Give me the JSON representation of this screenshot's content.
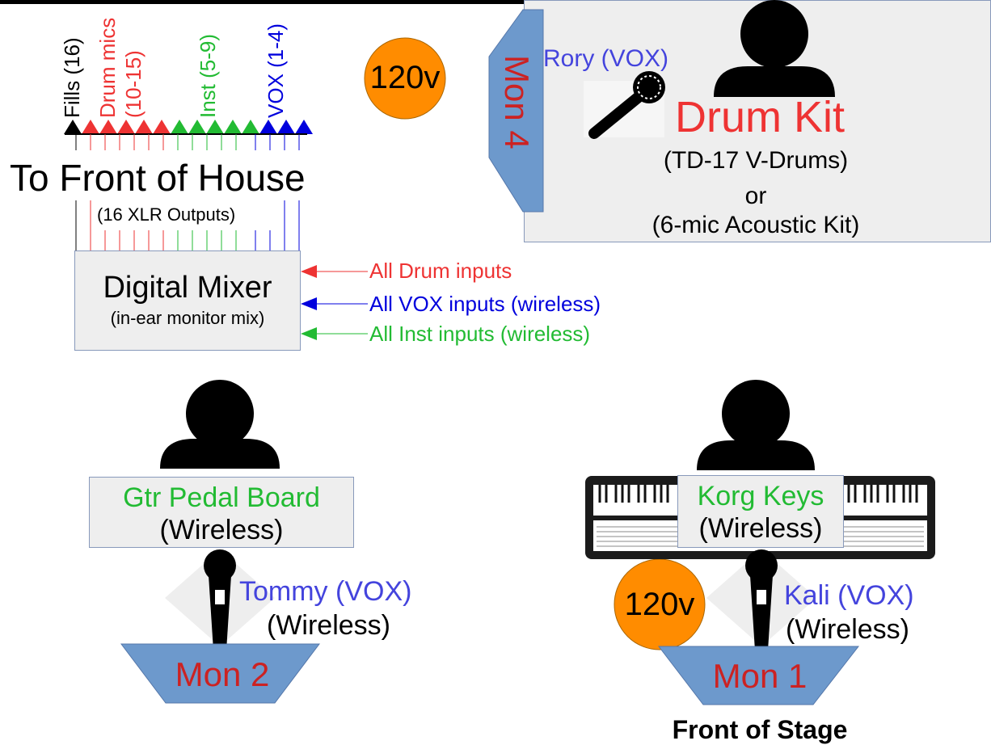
{
  "colors": {
    "red": "#ee3333",
    "green": "#22bb33",
    "blue": "#0000dd",
    "black": "#000000",
    "monitor": "#6d99cc",
    "monitor_text": "#cc2222",
    "outlet": "#ff8c00",
    "box_fill": "#eeeeee",
    "vox_label": "#4444dd"
  },
  "channels": {
    "fills": "Fills (16)",
    "drum_mics_line1": "Drum mics",
    "drum_mics_line2": "(10-15)",
    "inst": "Inst (5-9)",
    "vox": "VOX (1-4)"
  },
  "foh": {
    "title": "To Front of House",
    "outputs": "(16 XLR Outputs)"
  },
  "mixer": {
    "title": "Digital Mixer",
    "subtitle": "(in-ear monitor mix)"
  },
  "inputs": {
    "drum": "All Drum inputs",
    "vox": "All VOX inputs (wireless)",
    "inst": "All Inst inputs (wireless)"
  },
  "power": {
    "top": "120v",
    "bottom": "120v"
  },
  "drummer": {
    "monitor": "Mon 4",
    "vocal": "Rory (VOX)",
    "kit_title": "Drum Kit",
    "kit_line1": "(TD-17 V-Drums)",
    "kit_line2": "or",
    "kit_line3": "(6-mic Acoustic Kit)"
  },
  "guitarist": {
    "pedal_board": "Gtr Pedal Board",
    "pedal_wireless": "(Wireless)",
    "vocal": "Tommy (VOX)",
    "vocal_wireless": "(Wireless)",
    "monitor": "Mon 2"
  },
  "keys": {
    "keyboard": "Korg Keys",
    "keyboard_wireless": "(Wireless)",
    "vocal": "Kali (VOX)",
    "vocal_wireless": "(Wireless)",
    "monitor": "Mon 1"
  },
  "stage": {
    "front_label": "Front of Stage"
  }
}
